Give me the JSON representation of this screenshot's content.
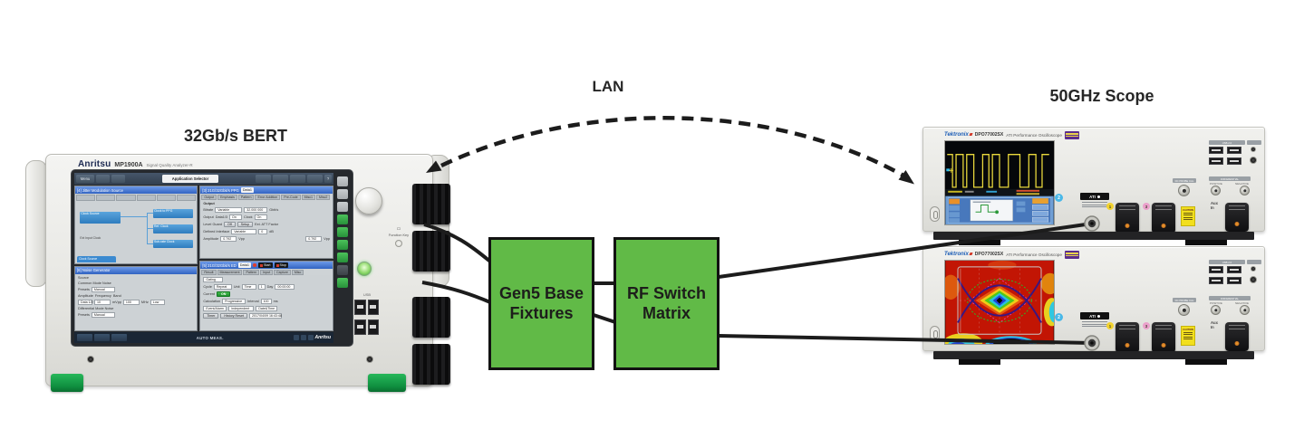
{
  "labels": {
    "bert": "32Gb/s BERT",
    "lan": "LAN",
    "scope": "50GHz Scope"
  },
  "boxes": {
    "fixtures": {
      "line1": "Gen5 Base",
      "line2": "Fixtures"
    },
    "switch": {
      "line1": "RF Switch",
      "line2": "Matrix"
    }
  },
  "colors": {
    "box_green": "#61BA47",
    "box_border": "#121212",
    "cable_black": "#1C1C1C",
    "foot_green": "#0F8F3F",
    "titlebar_blue": "#3163C2",
    "scope_badge_purple": "#5B2D8E",
    "heatmap_red": "#C21504",
    "waveform_yellow": "#EAD93C"
  },
  "bert": {
    "brand": "Anritsu",
    "model": "MP1900A",
    "desc": "Signal Quality Analyzer-R",
    "toolbar": {
      "menu": "Menu",
      "app_selector": "Application Selector",
      "help": "?"
    },
    "jitter": {
      "title": "[4] Jitter Modulation Source",
      "clock_source": "Clock Source",
      "clock_to_ppg": "Clock to PPG",
      "ref_clock": "Ref. Clock",
      "subrate_clock": "Sub-rate Clock",
      "ext_input": "Ext Input Clock",
      "tab": "Clock Source"
    },
    "noise": {
      "title": "[6] Noise Generator",
      "source": "Source",
      "common": "Common Mode Noise",
      "presets": "Presets",
      "manual": "Manual",
      "amplitude": "Amplitude",
      "frequency": "Frequency",
      "band": "Band",
      "data12": "Data 1/2",
      "amp_val": "10",
      "amp_unit": "mVpp",
      "freq_val": "100",
      "freq_unit": "MHz",
      "band_val": "Low",
      "diff": "Differential Mode Noise"
    },
    "ppg": {
      "title": "[3] 21G/32Gbit/s PPG",
      "data_sel": "Data1",
      "tabs": [
        "Output",
        "Emphasis",
        "Pattern",
        "Error Addition",
        "Pre-Code",
        "Misc1",
        "Misc2"
      ],
      "section": "Output",
      "bitrate": "Bitrate",
      "bitrate_mode": "Variable",
      "bitrate_val": "32.000 000",
      "bitrate_unit": "Gbit/s",
      "output": "Output",
      "data13": "Data1/3",
      "on1": "On",
      "clock": "Clock",
      "on2": "On",
      "level_guard": "Level Guard",
      "off": "Off",
      "setup": "Setup",
      "ext_att": "Ext. ATT Factor",
      "defined": "Defined Interface",
      "defined_val": "Variable",
      "db_val": "0",
      "db": "dB",
      "amplitude": "Amplitude",
      "amp_val": "0.792",
      "vpp": "Vpp"
    },
    "ed": {
      "title": "[5] 21G/32Gbit/s ED",
      "data_sel": "Data1",
      "start": "Start",
      "stop": "Stop",
      "tabs": [
        "Result",
        "Measurement",
        "Pattern",
        "Input",
        "Capture",
        "Misc"
      ],
      "gating": "Gating",
      "cycle": "Cycle",
      "repeat": "Repeat",
      "unit": "Unit",
      "time": "Time",
      "one": "1",
      "day": "Day",
      "duration": "00:00:00",
      "current": "Current",
      "on": "ON",
      "calculation": "Calculation",
      "progressive": "Progressive",
      "interval": "Interval",
      "interval_val": "100",
      "ms": "ms",
      "event_alarm": "Event/Alarm",
      "independent": "Independent",
      "datetime": "Date&Time",
      "timer": "Timer",
      "history_reset": "History Reset",
      "stamp": "2017/04/09 16:43:48"
    },
    "taskbar": {
      "status": "AUTO MEAS.",
      "logo": "Anritsu"
    },
    "side": {
      "usb": "USB",
      "function_key": "Function Key"
    }
  },
  "scope": {
    "brand": "Tektronix",
    "model": "DPO77002SX",
    "desc": "ATI Performance Oscilloscope",
    "ati": "ATI",
    "channel2": "2",
    "ch1": "1",
    "ch3": "3",
    "usb": "USB 2.0",
    "ground": "GROUND",
    "differential": "DIFFERENTIAL",
    "positive": "POSITIVE",
    "negative": "NEGATIVE",
    "aux_line1": "Aux",
    "aux_line2": "In",
    "caution": "CAUTION",
    "probe_cal": "DC PROBE CAL"
  }
}
